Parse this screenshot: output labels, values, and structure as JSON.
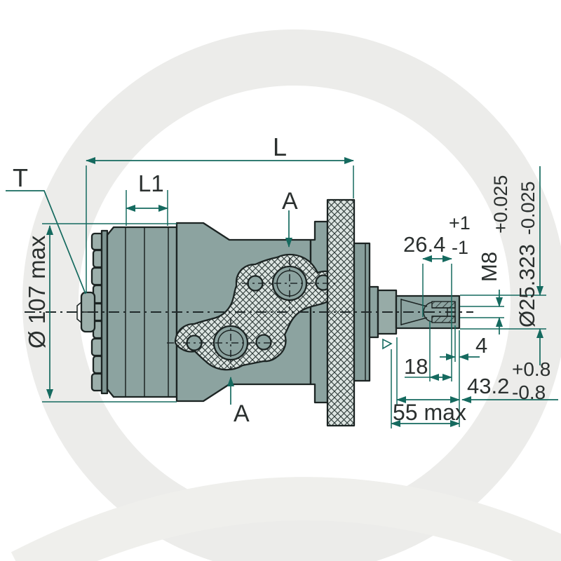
{
  "drawing": {
    "type": "technical-dimension-drawing",
    "subject": "hydraulic orbital motor, side view with section A-A port face and output shaft detail",
    "dims": {
      "L": {
        "label": "L"
      },
      "L1": {
        "label": "L1"
      },
      "T": {
        "label": "T"
      },
      "A": {
        "label": "A"
      },
      "bodyDia": {
        "label": "Ø 107 max"
      },
      "d264": {
        "label": "26.4",
        "plus": "+1",
        "minus": "-1"
      },
      "thread": {
        "label": "M8"
      },
      "shaftDia": {
        "label": "Ø25.323",
        "plus": "+0.025",
        "minus": "-0.025"
      },
      "d4": {
        "label": "4"
      },
      "d18": {
        "label": "18"
      },
      "d432": {
        "label": "43.2",
        "plus": "+0.8",
        "minus": "-0.8"
      },
      "d55": {
        "label": "55 max"
      }
    },
    "colors": {
      "body": "#8ca3a0",
      "body_dark": "#7e9592",
      "body_light": "#9cafab",
      "outline": "#1c2423",
      "dimension_green": "#156a5f",
      "text": "#2b302f",
      "hatch_background": "#dde5e2",
      "watermark": "#ebebe8"
    }
  }
}
